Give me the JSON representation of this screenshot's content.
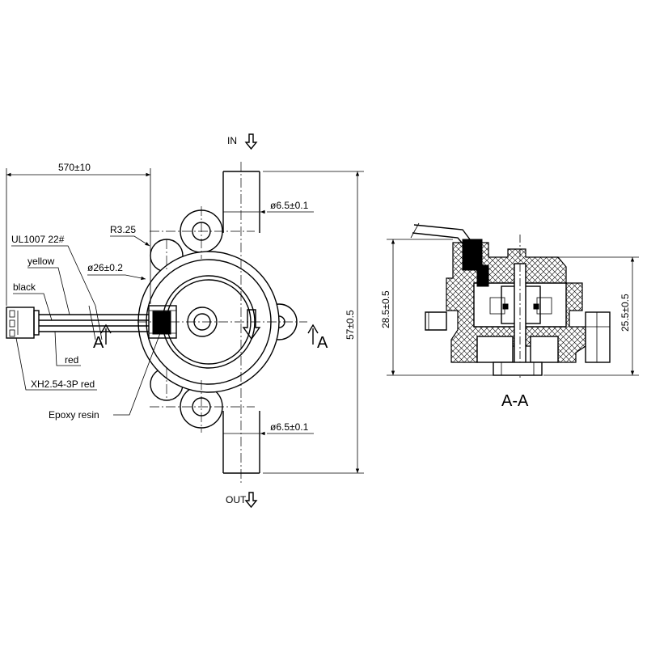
{
  "flow": {
    "inlet_label": "IN",
    "outlet_label": "OUT"
  },
  "dimensions": {
    "cable_length": "570±10",
    "fillet_radius": "R3.25",
    "body_diameter": "ø26±0.2",
    "inlet_diameter": "ø6.5±0.1",
    "outlet_diameter": "ø6.5±0.1",
    "overall_length": "57±0.5",
    "section_height_left": "28.5±0.5",
    "section_height_right": "25.5±0.5"
  },
  "callouts": {
    "wire_spec": "UL1007 22#",
    "wire_yellow": "yellow",
    "wire_black": "black",
    "wire_red": "red",
    "connector": "XH2.54-3P red",
    "potting": "Epoxy resin"
  },
  "section": {
    "marker_letter": "A",
    "view_title": "A-A"
  },
  "icons": [
    "down-arrow-icon",
    "section-arrow-icon"
  ]
}
